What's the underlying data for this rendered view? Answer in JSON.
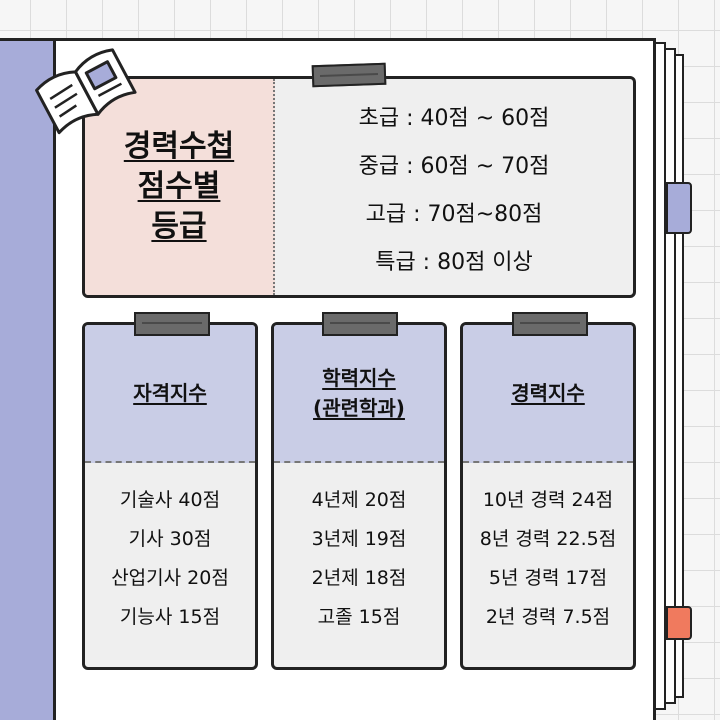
{
  "summary": {
    "title_lines": [
      "경력수첩",
      "점수별",
      "등급"
    ],
    "grades": [
      "초급 : 40점 ~ 60점",
      "중급 : 60점 ~ 70점",
      "고급 : 70점~80점",
      "특급 : 80점 이상"
    ]
  },
  "cards": [
    {
      "title_lines": [
        "자격지수"
      ],
      "items": [
        "기술사 40점",
        "기사 30점",
        "산업기사 20점",
        "기능사 15점"
      ]
    },
    {
      "title_lines": [
        "학력지수",
        "(관련학과)"
      ],
      "items": [
        "4년제 20점",
        "3년제 19점",
        "2년제 18점",
        "고졸 15점"
      ]
    },
    {
      "title_lines": [
        "경력지수"
      ],
      "items": [
        "10년 경력 24점",
        "8년 경력 22.5점",
        "5년 경력 17점",
        "2년 경력 7.5점"
      ]
    }
  ],
  "colors": {
    "spine": "#a7acd9",
    "title_bg": "#f4dfda",
    "card_head": "#c9cde6",
    "tab_blue": "#a7acd9",
    "tab_orange": "#f07a5e"
  },
  "icons": {
    "notebook": "open-book-icon"
  }
}
